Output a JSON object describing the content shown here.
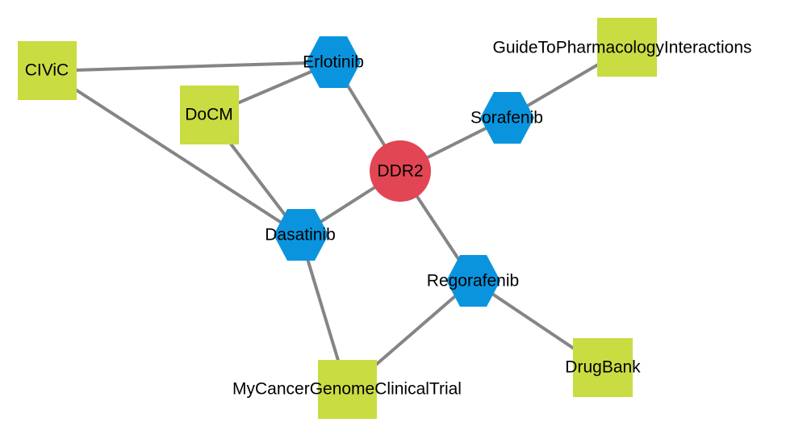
{
  "colors": {
    "gene": "#e24553",
    "drug": "#0b94de",
    "source": "#c9dc42",
    "edge": "#858585",
    "label": "#000000"
  },
  "nodes": {
    "ddr2": {
      "label": "DDR2",
      "kind": "gene"
    },
    "erlotinib": {
      "label": "Erlotinib",
      "kind": "drug"
    },
    "sorafenib": {
      "label": "Sorafenib",
      "kind": "drug"
    },
    "dasatinib": {
      "label": "Dasatinib",
      "kind": "drug"
    },
    "regorafenib": {
      "label": "Regorafenib",
      "kind": "drug"
    },
    "civic": {
      "label": "CIViC",
      "kind": "source"
    },
    "docm": {
      "label": "DoCM",
      "kind": "source"
    },
    "guide": {
      "label": "GuideToPharmacologyInteractions",
      "kind": "source"
    },
    "mycancer": {
      "label": "MyCancerGenomeClinicalTrial",
      "kind": "source"
    },
    "drugbank": {
      "label": "DrugBank",
      "kind": "source"
    }
  },
  "edges": [
    [
      "civic",
      "erlotinib"
    ],
    [
      "civic",
      "dasatinib"
    ],
    [
      "docm",
      "erlotinib"
    ],
    [
      "docm",
      "dasatinib"
    ],
    [
      "erlotinib",
      "ddr2"
    ],
    [
      "ddr2",
      "sorafenib"
    ],
    [
      "sorafenib",
      "guide"
    ],
    [
      "ddr2",
      "dasatinib"
    ],
    [
      "ddr2",
      "regorafenib"
    ],
    [
      "dasatinib",
      "mycancer"
    ],
    [
      "regorafenib",
      "mycancer"
    ],
    [
      "regorafenib",
      "drugbank"
    ]
  ]
}
